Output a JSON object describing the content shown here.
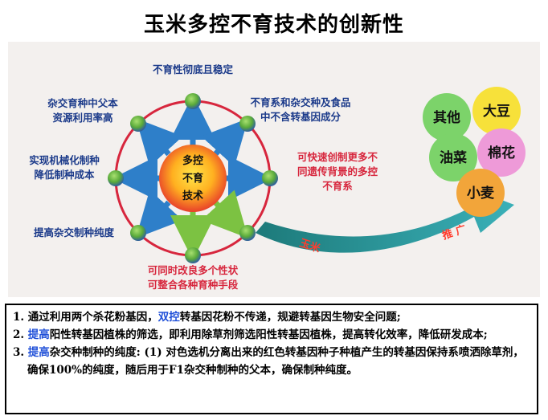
{
  "title": "玉米多控不育技术的创新性",
  "center": [
    "多控",
    "不育",
    "技术"
  ],
  "labels": {
    "top": "不育性彻底且稳定",
    "top_right": [
      "不育系和杂交种及食品",
      "中不含转基因成分"
    ],
    "right": [
      "可快速创制更多不",
      "同遗传背景的多控",
      "不育系"
    ],
    "bottom": [
      "可同时改良多个性状",
      "可整合各种育种手段"
    ],
    "bottom_left": "提高杂交制种纯度",
    "left": [
      "实现机械化制种",
      "降低制种成本"
    ],
    "top_left": [
      "杂交育种中父本",
      "资源利用率高"
    ]
  },
  "crops": [
    "其他",
    "大豆",
    "油菜",
    "棉花",
    "小麦"
  ],
  "arrow_labels": [
    "玉米",
    "推 广"
  ],
  "notes": [
    {
      "num": "1.",
      "pre": "通过利用两个杀花粉基因，",
      "hl": "双控",
      "post": "转基因花粉不传递，规避转基因生物安全问题;"
    },
    {
      "num": "2.",
      "pre": "",
      "hl": "提高",
      "post": "阳性转基因植株的筛选，即利用除草剂筛选阳性转基因植株，提高转化效率，降低研发成本;"
    },
    {
      "num": "3.",
      "pre": "",
      "hl": "提高",
      "post": "杂交种制种的纯度: (1) 对色选机分离出来的红色转基因种子种植产生的转基因保持系喷洒除草剂，确保100%的纯度，随后用于F1杂交种制种的父本，确保制种纯度。"
    }
  ],
  "colors": {
    "ring": "#d7263d",
    "arrow": "#2e7fc9",
    "green": "#6fbf3a",
    "dot_blue": "#2b6cb0",
    "highlight": "#1f4fd8"
  }
}
